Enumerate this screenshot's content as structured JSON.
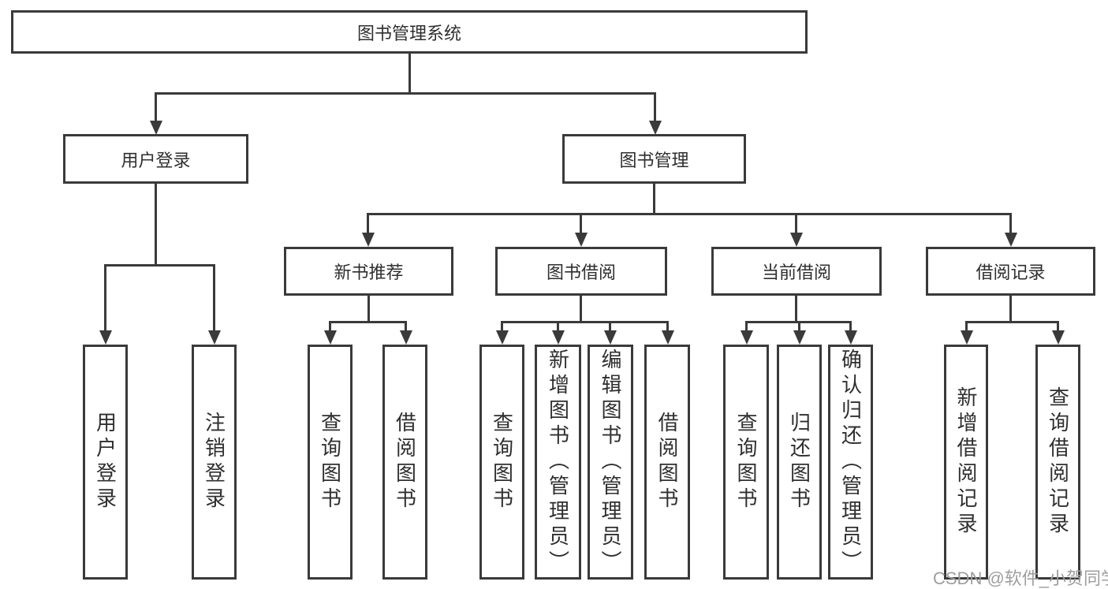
{
  "colors": {
    "line": "#3a3a3a",
    "text": "#2f2f2f",
    "watermark_gray": "#9e9e9e",
    "background": "#ffffff"
  },
  "watermark": "CSDN @软件_小贺同学",
  "diagram": {
    "root": {
      "label": "图书管理系统",
      "children": [
        {
          "label": "用户登录",
          "children": [
            {
              "label": "用户登录"
            },
            {
              "label": "注销登录"
            }
          ]
        },
        {
          "label": "图书管理",
          "children": [
            {
              "label": "新书推荐",
              "children": [
                {
                  "label": "查询图书"
                },
                {
                  "label": "借阅图书"
                }
              ]
            },
            {
              "label": "图书借阅",
              "children": [
                {
                  "label": "查询图书"
                },
                {
                  "label": "新增图书（管理员）"
                },
                {
                  "label": "编辑图书（管理员）"
                },
                {
                  "label": "借阅图书"
                }
              ]
            },
            {
              "label": "当前借阅",
              "children": [
                {
                  "label": "查询图书"
                },
                {
                  "label": "归还图书"
                },
                {
                  "label": "确认归还（管理员）"
                }
              ]
            },
            {
              "label": "借阅记录",
              "children": [
                {
                  "label": "新增借阅记录"
                },
                {
                  "label": "查询借阅记录"
                }
              ]
            }
          ]
        }
      ]
    }
  }
}
